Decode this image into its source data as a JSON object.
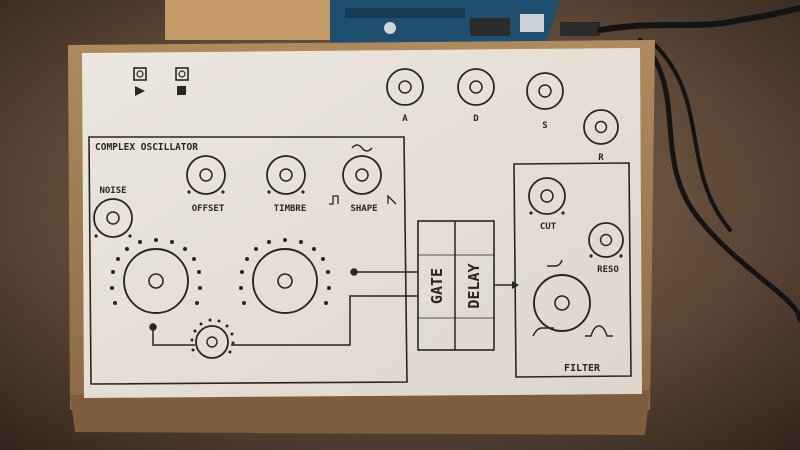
{
  "module": {
    "section_title": "COMPLEX OSCILLATOR",
    "transport": {
      "play_icon": "play-icon",
      "stop_icon": "stop-icon"
    },
    "envelope": {
      "a": "A",
      "d": "D",
      "s": "S",
      "r": "R"
    },
    "oscillator": {
      "noise": "NOISE",
      "offset": "OFFSET",
      "timbre": "TIMBRE",
      "shape": "SHAPE"
    },
    "gate_label": "GATE",
    "delay_label": "DELAY",
    "filter": {
      "cut": "CUT",
      "reso": "RESO",
      "title": "FILTER"
    }
  },
  "colors": {
    "paper": "#e7e1d9",
    "ink": "#2a2520",
    "cardboard": "#a37e55",
    "wall": "#5a4636",
    "arduino": "#1f4e6e"
  }
}
